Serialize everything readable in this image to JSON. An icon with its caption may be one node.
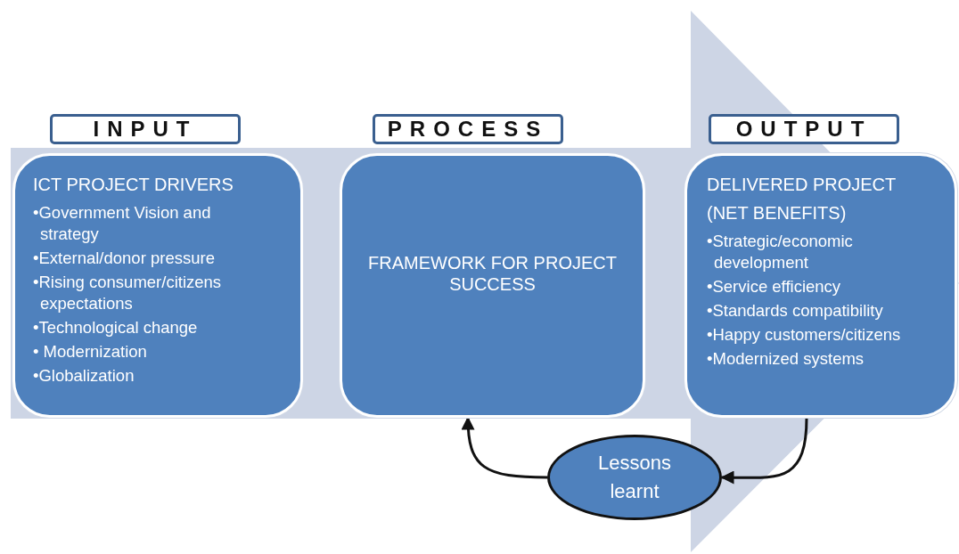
{
  "diagram": {
    "nodes": [
      {
        "text": [
          "INPUT"
        ]
      },
      {
        "text": [
          "ICT PROJECT DRIVERS",
          "•Government Vision and strategy",
          "•External/donor pressure",
          "•Rising consumer/citizens expectations",
          "•Technological change",
          "• Modernization",
          "•Globalization"
        ]
      },
      {
        "text": [
          "PROCESS"
        ]
      },
      {
        "text": [
          "FRAMEWORK FOR PROJECT SUCCESS"
        ]
      },
      {
        "text": [
          "OUTPUT"
        ]
      },
      {
        "text": [
          "DELIVERED PROJECT",
          "(NET BENEFITS)",
          "•Strategic/economic development",
          "•Service efficiency",
          "•Standards compatibility",
          "•Happy customers/citizens",
          "•Modernized systems"
        ]
      },
      {
        "text": [
          "Lessons learnt"
        ]
      }
    ],
    "edges": [
      {
        "from": 1,
        "to": 5,
        "arrow": "to",
        "style": "thick",
        "color": "#cdd5e5"
      },
      {
        "from": 5,
        "to": 6,
        "arrow": "to"
      },
      {
        "from": 6,
        "to": 3,
        "arrow": "to"
      }
    ]
  }
}
